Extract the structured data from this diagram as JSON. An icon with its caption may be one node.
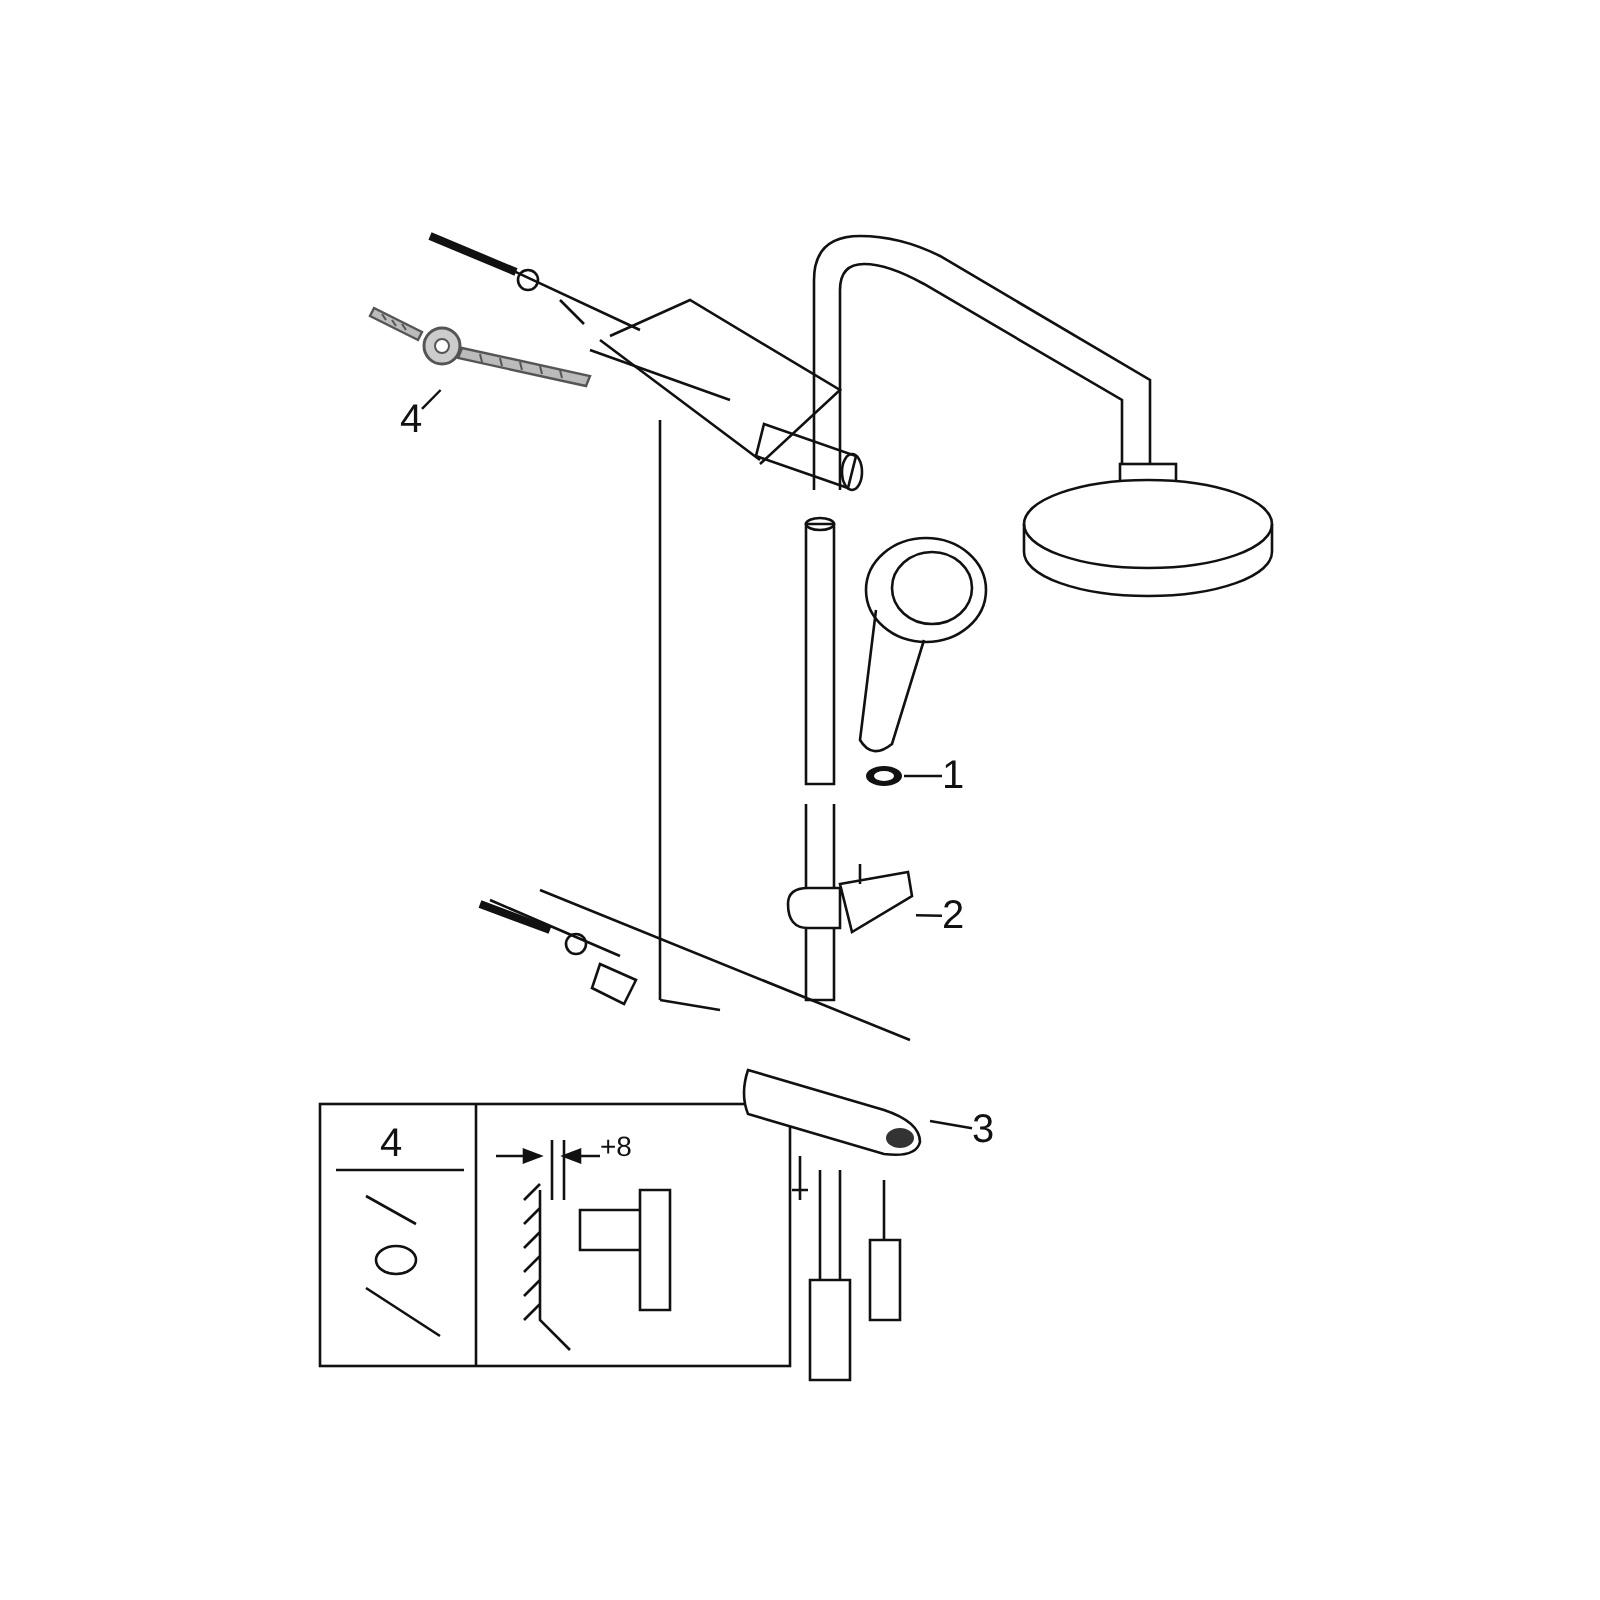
{
  "diagram": {
    "nodes": [
      {
        "text": [
          "1"
        ]
      },
      {
        "text": [],
        "shape": "picture"
      },
      {
        "text": [
          "2"
        ]
      },
      {
        "text": [],
        "shape": "picture"
      },
      {
        "text": [
          "3"
        ]
      },
      {
        "text": [],
        "shape": "picture"
      },
      {
        "text": [
          "4"
        ]
      },
      {
        "text": [],
        "shape": "picture"
      }
    ],
    "edges": [
      {
        "from": 0,
        "to": 1,
        "arrow": "none"
      },
      {
        "from": 2,
        "to": 3,
        "arrow": "none"
      },
      {
        "from": 4,
        "to": 5,
        "arrow": "none"
      },
      {
        "from": 6,
        "to": 7,
        "arrow": "none"
      }
    ],
    "labels": [
      "4",
      "+8"
    ]
  }
}
